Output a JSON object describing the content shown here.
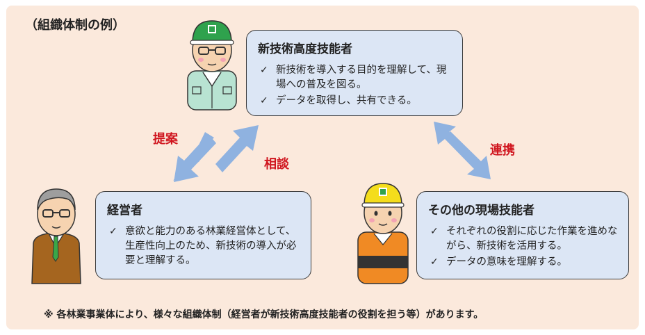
{
  "heading": "（組織体制の例）",
  "roles": {
    "top": {
      "title": "新技術高度技能者",
      "items": [
        "新技術を導入する目的を理解して、現場への普及を図る。",
        "データを取得し、共有できる。"
      ]
    },
    "left": {
      "title": "経営者",
      "items": [
        "意欲と能力のある林業経営体として、生産性向上のため、新技術の導入が必要と理解する。"
      ]
    },
    "right": {
      "title": "その他の現場技能者",
      "items": [
        "それぞれの役割に応じた作業を進めながら、新技術を活用する。",
        "データの意味を理解する。"
      ]
    }
  },
  "check_mark": "✓",
  "arrows": {
    "propose": "提案",
    "consult": "相談",
    "link": "連携"
  },
  "note": "※ 各林業事業体により、様々な組織体制（経営者が新技術高度技能者の役割を担う等）があります。",
  "colors": {
    "panel_bg": "#fbe9dc",
    "box_bg": "#dce6f5",
    "arrow": "#8fb2e0",
    "label_red": "#d0161f"
  }
}
